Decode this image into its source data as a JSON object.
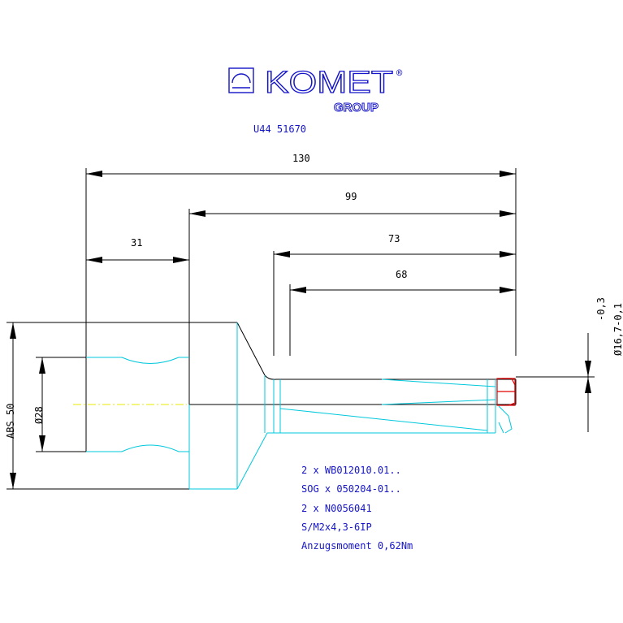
{
  "logo": {
    "brand": "KOMET",
    "registered": "®",
    "group": "GROUP"
  },
  "part_number": "U44 51670",
  "dimensions": {
    "total_length": "130",
    "length_99": "99",
    "length_73": "73",
    "length_68": "68",
    "shank_length": "31",
    "shank_diameter": "ABS 50",
    "bore_diameter": "Ø28",
    "tip_diameter": "Ø16,7-0,1",
    "tip_tol_upper": "-0,3",
    "tip_tol_lower": "-0,1"
  },
  "notes": [
    "2 x WB012010.01..",
    "SOG x 050204-01..",
    "2 x N0056041",
    "S/M2x4,3-6IP",
    "Anzugsmoment 0,62Nm"
  ],
  "colors": {
    "outline": "#000000",
    "hidden": "#00c8dc",
    "annotation": "#1414c8",
    "insert": "#e00000",
    "centerline": "#e8e800"
  }
}
